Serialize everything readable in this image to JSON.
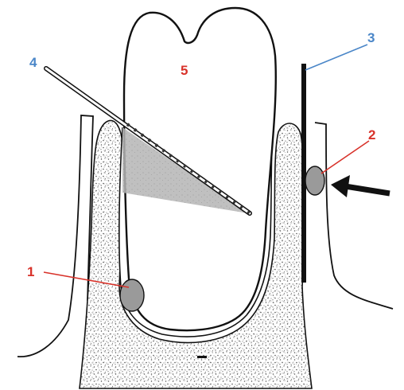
{
  "labels": {
    "l1": "1",
    "l2": "2",
    "l3": "3",
    "l4": "4",
    "l5": "5"
  },
  "colors": {
    "red_label": "#d8322a",
    "blue_label": "#4a86c8",
    "outline": "#111111",
    "bone_fill": "#ececec",
    "stipple": "#5a5a5a",
    "stone": "#9a9a9a",
    "wedge": "#b8b8b8"
  }
}
